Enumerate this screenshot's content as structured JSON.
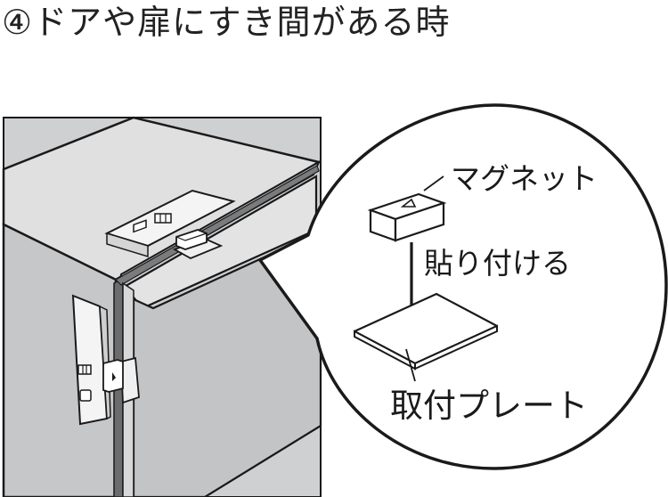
{
  "title": "④ドアや扉にすき間がある時",
  "labels": {
    "magnet": "マグネット",
    "attach": "貼り付ける",
    "plate": "取付プレート"
  },
  "colors": {
    "panel_gray": "#c7c8ca",
    "panel_light": "#e3e3e4",
    "outline": "#1a1a1a",
    "white": "#ffffff"
  }
}
